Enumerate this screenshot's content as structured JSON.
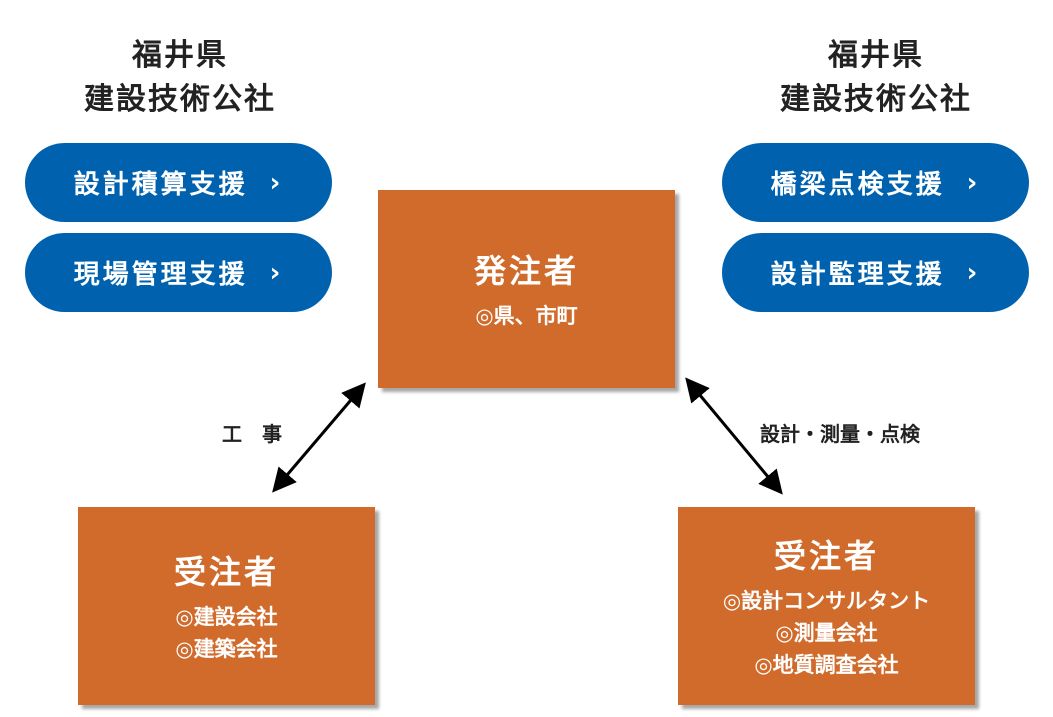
{
  "left_org": {
    "line1": "福井県",
    "line2": "建設技術公社"
  },
  "right_org": {
    "line1": "福井県",
    "line2": "建設技術公社"
  },
  "left_buttons": [
    {
      "label": "設計積算支援"
    },
    {
      "label": "現場管理支援"
    }
  ],
  "right_buttons": [
    {
      "label": "橋梁点検支援"
    },
    {
      "label": "設計監理支援"
    }
  ],
  "chevron": "›",
  "orderer": {
    "title": "発注者",
    "items": [
      "◎県、市町"
    ]
  },
  "contractor_left": {
    "title": "受注者",
    "items": [
      "◎建設会社",
      "◎建築会社"
    ]
  },
  "contractor_right": {
    "title": "受注者",
    "items": [
      "◎設計コンサルタント",
      "◎測量会社",
      "◎地質調査会社"
    ]
  },
  "arrow_labels": {
    "left": "工　事",
    "right": "設計・測量・点検"
  },
  "colors": {
    "blue": "#0062AE",
    "orange": "#D06B2C"
  }
}
